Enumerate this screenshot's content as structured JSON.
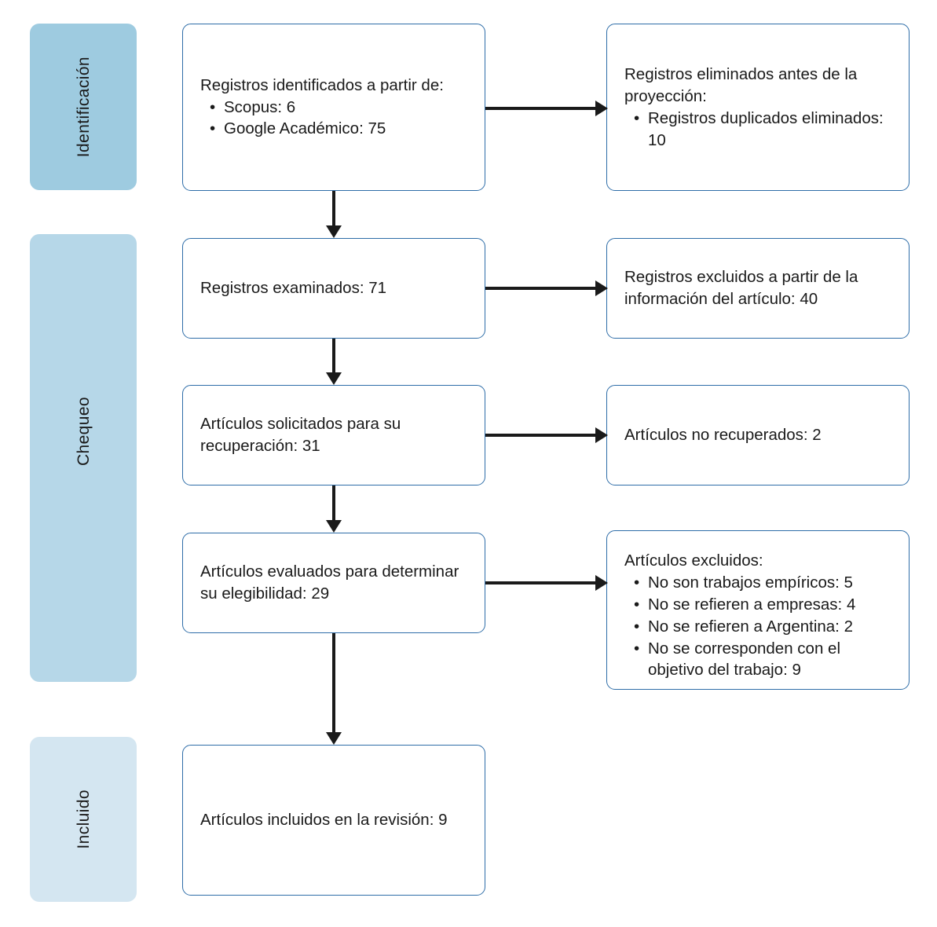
{
  "diagram": {
    "type": "prisma-flow-diagram",
    "language": "es",
    "colors": {
      "box_border": "#2e6da8",
      "box_fill": "#ffffff",
      "arrow": "#1a1a1a",
      "stage_identificacion": "#9ecbe0",
      "stage_chequeo": "#b6d7e8",
      "stage_incluido": "#d4e6f1",
      "text": "#1a1a1a"
    }
  },
  "stages": [
    {
      "id": "identificacion",
      "label": "Identificación"
    },
    {
      "id": "chequeo",
      "label": "Chequeo"
    },
    {
      "id": "incluido",
      "label": "Incluido"
    }
  ],
  "boxes": {
    "identified": {
      "title": "Registros identificados a partir de:",
      "bullets": [
        "Scopus: 6",
        "Google Académico: 75"
      ]
    },
    "removed_before": {
      "title": "Registros eliminados antes de la proyección:",
      "bullets": [
        "Registros duplicados eliminados: 10"
      ]
    },
    "screened": {
      "title": "Registros examinados: 71",
      "bullets": []
    },
    "excluded_info": {
      "title": "Registros excluidos a partir de la información del artículo: 40",
      "bullets": []
    },
    "sought": {
      "title": "Artículos solicitados para su recuperación: 31",
      "bullets": []
    },
    "not_retrieved": {
      "title": "Artículos no recuperados: 2",
      "bullets": []
    },
    "assessed": {
      "title": "Artículos evaluados para determinar su elegibilidad: 29",
      "bullets": []
    },
    "excluded_reasons": {
      "title": "Artículos excluidos:",
      "bullets": [
        "No son trabajos empíricos: 5",
        "No se refieren a empresas: 4",
        "No se refieren a Argentina: 2",
        "No se corresponden con el objetivo del trabajo: 9"
      ]
    },
    "included": {
      "title": "Artículos incluidos en la revisión: 9",
      "bullets": []
    }
  },
  "connectors": [
    {
      "id": "identified-to-removed",
      "kind": "horizontal-arrow"
    },
    {
      "id": "identified-to-screened",
      "kind": "vertical-arrow"
    },
    {
      "id": "screened-to-excluded-info",
      "kind": "horizontal-arrow"
    },
    {
      "id": "screened-to-sought",
      "kind": "vertical-arrow"
    },
    {
      "id": "sought-to-not-retrieved",
      "kind": "horizontal-arrow"
    },
    {
      "id": "sought-to-assessed",
      "kind": "vertical-arrow"
    },
    {
      "id": "assessed-to-excluded-reasons",
      "kind": "horizontal-arrow"
    },
    {
      "id": "assessed-to-included",
      "kind": "vertical-arrow"
    }
  ]
}
